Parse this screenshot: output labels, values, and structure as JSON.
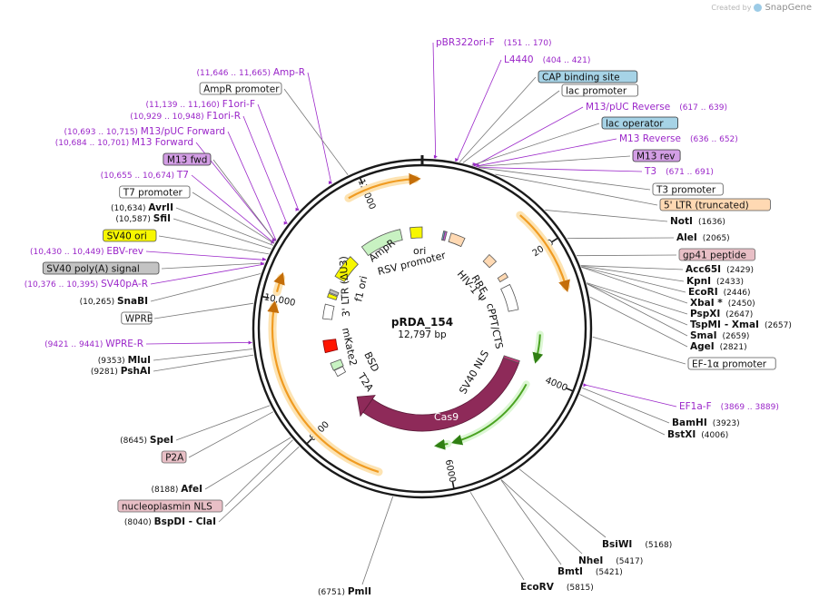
{
  "app": {
    "created_by": "Created by",
    "brand": "SnapGene"
  },
  "plasmid": {
    "name": "pRDA_154",
    "length_text": "12,797 bp",
    "length": 12797
  },
  "ticks": [
    {
      "pos": 2000,
      "label": "2000"
    },
    {
      "pos": 4000,
      "label": "4000"
    },
    {
      "pos": 6000,
      "label": "6000"
    },
    {
      "pos": 8000,
      "label": "8000"
    },
    {
      "pos": 10000,
      "label": "10,000"
    },
    {
      "pos": 12000,
      "label": "12,000"
    }
  ],
  "feature_names": {
    "amp_r": "AmpR",
    "ori": "ori",
    "rsv": "RSV promoter",
    "f1": "f1 ori",
    "ltr3": "3' LTR (ΔU3)",
    "mkate": "mKate2",
    "bsd": "BSD",
    "t2a": "T2A",
    "rre": "RRE",
    "psi": "HIV-1 Ψ",
    "cppt": "cPPT/CTS",
    "sv40nls": "SV40 NLS",
    "cas9": "Cas9"
  },
  "colors": {
    "backbone": "#1a1a1a",
    "purple": "#9b27c9",
    "cas9": "#8e2a59",
    "yellow": "#f7f700",
    "lightgreen": "#c8f2c2",
    "peach": "#ffd9b3",
    "red": "#ff1500",
    "orange_arrow": "#f09b21",
    "green_arrow": "#4aa321",
    "cds_highlight": "#fde3b2"
  },
  "right_labels": [
    {
      "name": "pBR322ori-F",
      "range": "(151 .. 170)",
      "kind": "primer",
      "pos": 160
    },
    {
      "name": "L4440",
      "range": "(404 .. 421)",
      "kind": "primer",
      "pos": 412
    },
    {
      "name": "CAP binding site",
      "kind": "box-blue",
      "pos": 450
    },
    {
      "name": "lac promoter",
      "kind": "box-white",
      "pos": 490
    },
    {
      "name": "M13/pUC Reverse",
      "range": "(617 .. 639)",
      "kind": "primer",
      "pos": 628
    },
    {
      "name": "lac operator",
      "kind": "box-blue",
      "pos": 600
    },
    {
      "name": "M13 Reverse",
      "range": "(636 .. 652)",
      "kind": "primer",
      "pos": 644
    },
    {
      "name": "M13 rev",
      "kind": "box-purple",
      "pos": 650
    },
    {
      "name": "T3",
      "range": "(671 .. 691)",
      "kind": "primer",
      "pos": 681
    },
    {
      "name": "T3 promoter",
      "kind": "box-white",
      "pos": 690
    },
    {
      "name": "5' LTR (truncated)",
      "kind": "box-peach",
      "pos": 900
    },
    {
      "name": "NotI",
      "site": "(1636)",
      "kind": "enzyme",
      "pos": 1636
    },
    {
      "name": "AleI",
      "site": "(2065)",
      "kind": "enzyme",
      "pos": 2065
    },
    {
      "name": "gp41 peptide",
      "kind": "box-pink",
      "pos": 2300
    },
    {
      "name": "Acc65I",
      "site": "(2429)",
      "kind": "enzyme",
      "pos": 2429
    },
    {
      "name": "KpnI",
      "site": "(2433)",
      "kind": "enzyme",
      "pos": 2433
    },
    {
      "name": "EcoRI",
      "site": "(2446)",
      "kind": "enzyme",
      "pos": 2446
    },
    {
      "name": "XbaI *",
      "site": "(2450)",
      "kind": "enzyme",
      "pos": 2450
    },
    {
      "name": "PspXI",
      "site": "(2647)",
      "kind": "enzyme",
      "pos": 2647
    },
    {
      "name": "TspMI",
      "name2": "- XmaI",
      "site": "(2657)",
      "kind": "enzyme",
      "pos": 2657
    },
    {
      "name": "SmaI",
      "site": "(2659)",
      "kind": "enzyme",
      "pos": 2659
    },
    {
      "name": "AgeI",
      "site": "(2821)",
      "kind": "enzyme",
      "pos": 2821
    },
    {
      "name": "EF-1α promoter",
      "kind": "box-white",
      "pos": 3300
    },
    {
      "name": "EF1a-F",
      "range": "(3869 .. 3889)",
      "kind": "primer",
      "pos": 3879
    },
    {
      "name": "BamHI",
      "site": "(3923)",
      "kind": "enzyme",
      "pos": 3923
    },
    {
      "name": "BstXI",
      "site": "(4006)",
      "kind": "enzyme",
      "pos": 4006
    }
  ],
  "bottom_labels": [
    {
      "name": "BsiWI",
      "site": "(5168)",
      "kind": "enzyme",
      "pos": 5168
    },
    {
      "name": "NheI",
      "site": "(5417)",
      "kind": "enzyme",
      "pos": 5417
    },
    {
      "name": "BmtI",
      "site": "(5421)",
      "kind": "enzyme",
      "pos": 5421
    },
    {
      "name": "EcoRV",
      "site": "(5815)",
      "kind": "enzyme",
      "pos": 5815
    },
    {
      "name": "PmlI",
      "site": "(6751)",
      "kind": "enzyme",
      "pos": 6751
    }
  ],
  "left_labels": [
    {
      "name": "Amp-R",
      "range": "(11,646 .. 11,665)",
      "kind": "primer",
      "pos": 11655
    },
    {
      "name": "AmpR promoter",
      "kind": "box-white",
      "pos": 11880
    },
    {
      "name": "F1ori-F",
      "range": "(11,139 .. 11,160)",
      "kind": "primer",
      "pos": 11150
    },
    {
      "name": "F1ori-R",
      "range": "(10,929 .. 10,948)",
      "kind": "primer",
      "pos": 10938
    },
    {
      "name": "M13/pUC Forward",
      "range": "(10,693 .. 10,715)",
      "kind": "primer",
      "pos": 10704
    },
    {
      "name": "M13 Forward",
      "range": "(10,684 .. 10,701)",
      "kind": "primer",
      "pos": 10692
    },
    {
      "name": "M13 fwd",
      "kind": "box-purple",
      "pos": 10690
    },
    {
      "name": "T7",
      "range": "(10,655 .. 10,674)",
      "kind": "primer",
      "pos": 10664
    },
    {
      "name": "T7 promoter",
      "kind": "box-white",
      "pos": 10660
    },
    {
      "name": "AvrII",
      "site": "(10,634)",
      "kind": "enzyme",
      "pos": 10634
    },
    {
      "name": "SfiI",
      "site": "(10,587)",
      "kind": "enzyme",
      "pos": 10587
    },
    {
      "name": "SV40 ori",
      "kind": "box-yellow",
      "pos": 10520
    },
    {
      "name": "EBV-rev",
      "range": "(10,430 .. 10,449)",
      "kind": "primer",
      "pos": 10440
    },
    {
      "name": "SV40 poly(A) signal",
      "kind": "box-gray",
      "pos": 10400
    },
    {
      "name": "SV40pA-R",
      "range": "(10,376 .. 10,395)",
      "kind": "primer",
      "pos": 10385
    },
    {
      "name": "SnaBI",
      "site": "(10,265)",
      "kind": "enzyme",
      "pos": 10265
    },
    {
      "name": "WPRE",
      "kind": "box-white",
      "pos": 9900
    },
    {
      "name": "WPRE-R",
      "range": "(9421 .. 9441)",
      "kind": "primer",
      "pos": 9431
    },
    {
      "name": "MluI",
      "site": "(9353)",
      "kind": "enzyme",
      "pos": 9353
    },
    {
      "name": "PshAI",
      "site": "(9281)",
      "kind": "enzyme",
      "pos": 9281
    },
    {
      "name": "SpeI",
      "site": "(8645)",
      "kind": "enzyme",
      "pos": 8645
    },
    {
      "name": "P2A",
      "kind": "box-pink",
      "pos": 8560
    },
    {
      "name": "AfeI",
      "site": "(8188)",
      "kind": "enzyme",
      "pos": 8188
    },
    {
      "name": "nucleoplasmin NLS",
      "kind": "box-pink",
      "pos": 8150
    },
    {
      "name": "BspDI",
      "name2": "- ClaI",
      "site": "(8040)",
      "kind": "enzyme",
      "pos": 8040
    }
  ]
}
